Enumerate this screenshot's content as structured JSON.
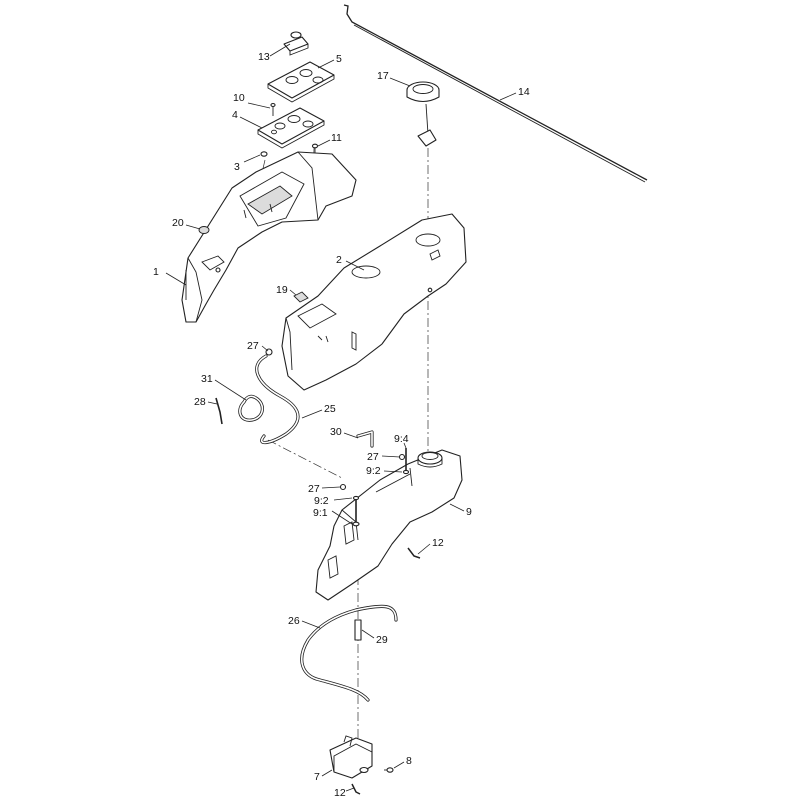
{
  "diagram": {
    "callouts": [
      "1",
      "2",
      "3",
      "4",
      "5",
      "7",
      "8",
      "9",
      "9:1",
      "9:2",
      "9:2",
      "9:4",
      "10",
      "11",
      "12",
      "12",
      "13",
      "14",
      "17",
      "19",
      "20",
      "25",
      "26",
      "27",
      "27",
      "27",
      "28",
      "29",
      "30",
      "31"
    ]
  }
}
